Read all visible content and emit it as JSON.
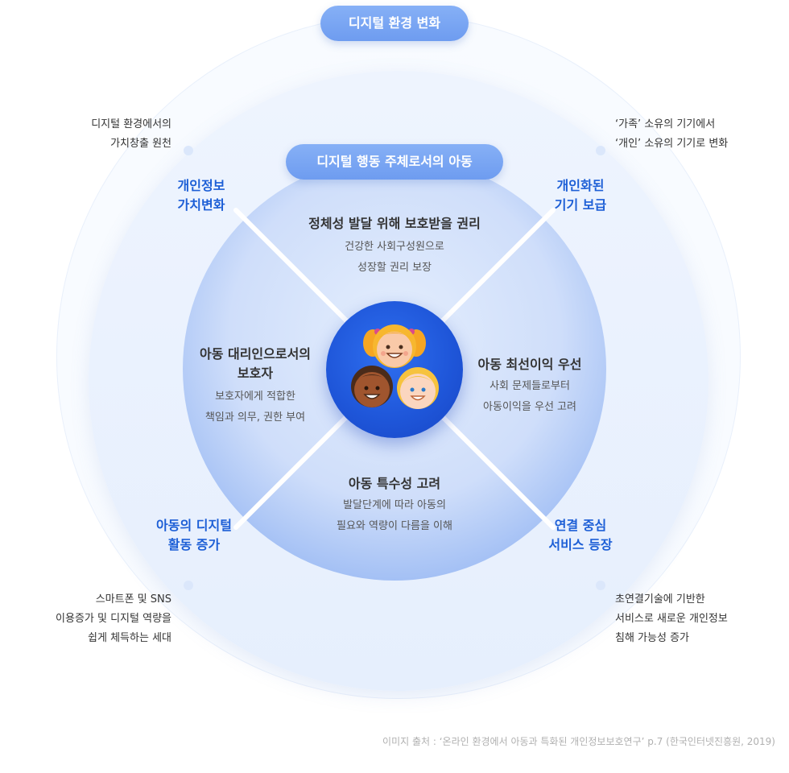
{
  "top_pill": "디지털 환경 변화",
  "inner_pill": "디지털 행동 주체로서의 아동",
  "corner_notes": {
    "top_left": [
      "디지털 환경에서의",
      "가치창출 원천"
    ],
    "top_right": [
      "‘가족’ 소유의 기기에서",
      "‘개인’ 소유의 기기로 변화"
    ],
    "bottom_left": [
      "스마트폰 및 SNS",
      "이용증가 및 디지털 역량을",
      "쉽게 체득하는 세대"
    ],
    "bottom_right": [
      "초연결기술에 기반한",
      "서비스로 새로운 개인정보",
      "침해 가능성 증가"
    ]
  },
  "blue_labels": {
    "top_left": [
      "개인정보",
      "가치변화"
    ],
    "top_right": [
      "개인화된",
      "기기 보급"
    ],
    "bottom_left": [
      "아동의 디지털",
      "활동 증가"
    ],
    "bottom_right": [
      "연결 중심",
      "서비스 등장"
    ]
  },
  "quadrants": {
    "top": {
      "title": "정체성 발달 위해 보호받을 권리",
      "body": [
        "건강한 사회구성원으로",
        "성장할 권리 보장"
      ]
    },
    "right": {
      "title": "아동 최선이익 우선",
      "body": [
        "사회 문제들로부터",
        "아동이익을 우선 고려"
      ]
    },
    "bottom": {
      "title": "아동 특수성 고려",
      "body": [
        "발달단계에 따라 아동의",
        "필요와 역량이 다름을 이해"
      ]
    },
    "left": {
      "title": [
        "아동 대리인으로서의",
        "보호자"
      ],
      "body": [
        "보호자에게 적합한",
        "책임과 의무, 권한 부여"
      ]
    }
  },
  "icons": {
    "center": "children-faces-icon"
  },
  "colors": {
    "accent_blue": "#1d5fd6",
    "pill_blue": "#7aa6f3",
    "center_blue": "#1e55d8"
  },
  "source": "이미지 출처 : ‘온라인 환경에서 아동과 특화된 개인정보보호연구’ p.7 (한국인터넷진흥원, 2019)"
}
